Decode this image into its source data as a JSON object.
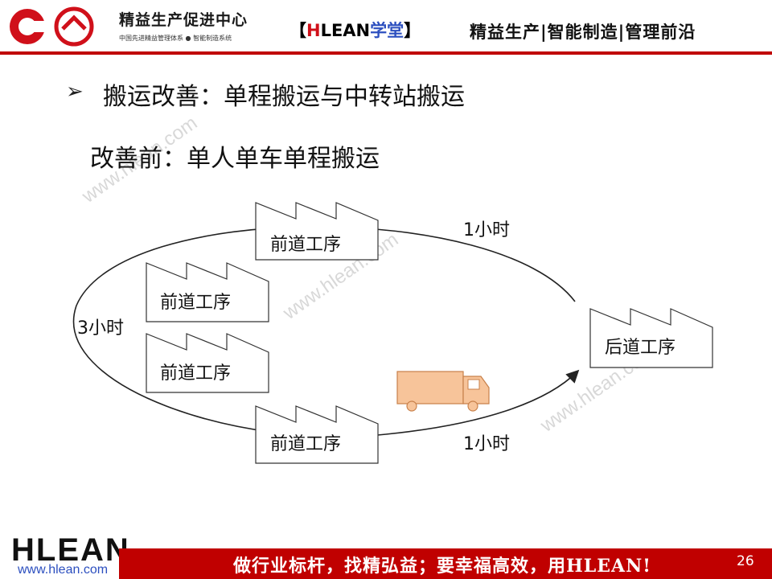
{
  "header": {
    "org_name": "精益生产促进中心",
    "org_tagline": "中国先进精益管理体系 ● 智能制造系统",
    "brand_open": "【",
    "brand_h": "H",
    "brand_lean": "LEAN",
    "brand_xuetang": "学堂",
    "brand_close": "】",
    "topics": "精益生产|智能制造|管理前沿"
  },
  "slide": {
    "bullet": "➢",
    "title": "搬运改善：单程搬运与中转站搬运",
    "subtitle": "改善前：单人单车单程搬运"
  },
  "diagram": {
    "upstream_label": "前道工序",
    "downstream_label": "后道工序",
    "time_top": "1小时",
    "time_left": "3小时",
    "time_bottom": "1小时",
    "truck_color": "#f7c49a",
    "accent_red": "#c00000"
  },
  "watermark": "www.hlean.com",
  "footer": {
    "logo": "HLEAN",
    "url": "www.hlean.com",
    "slogan": "做行业标杆，找精弘益；要幸福高效，用HLEAN!",
    "page_number": "26"
  }
}
